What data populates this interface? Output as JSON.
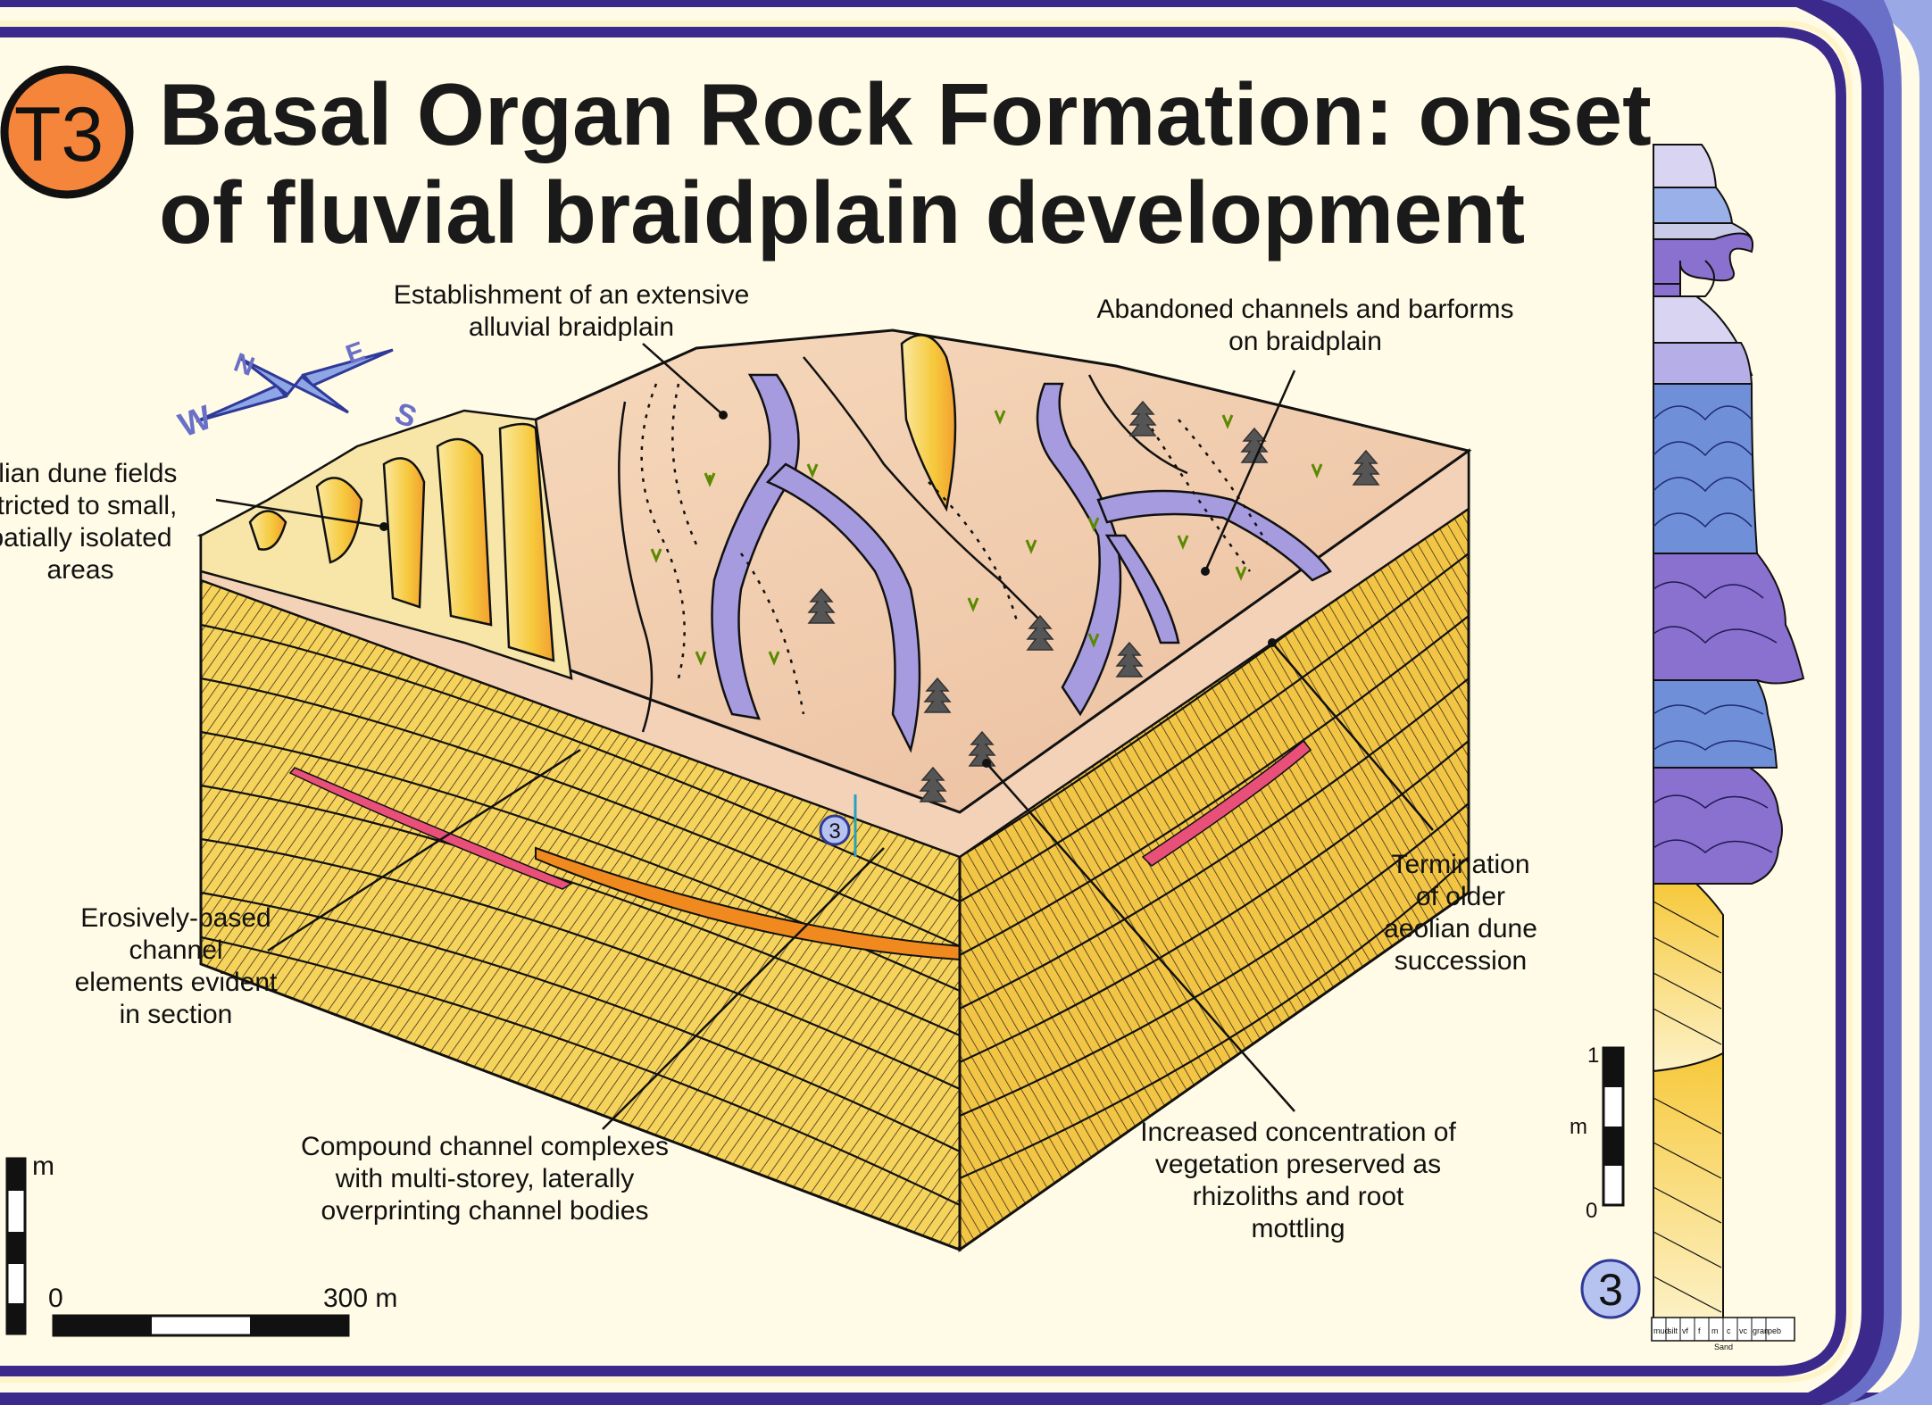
{
  "badge": {
    "text": "T3",
    "color": "#f4853a"
  },
  "title": {
    "line1": "Basal Organ Rock Formation: onset",
    "line2": "of fluvial braidplain development"
  },
  "compass": {
    "n": "N",
    "e": "E",
    "s": "S",
    "w": "W"
  },
  "labels": {
    "braidplain": [
      "Establishment of an extensive",
      "alluvial braidplain"
    ],
    "abandoned": [
      "Abandoned channels and barforms",
      "on braidplain"
    ],
    "aeolian": [
      "olian dune fields",
      "stricted to small,",
      "patially isolated",
      "areas"
    ],
    "erosive": [
      "Erosively-based",
      "channel",
      "elements evident",
      "in section"
    ],
    "termination": [
      "Termination",
      "of older",
      "aeolian dune",
      "succession"
    ],
    "compound": [
      "Compound channel complexes",
      "with multi-storey, laterally",
      "overprinting channel bodies"
    ],
    "vegetation": [
      "Increased concentration of",
      "vegetation preserved as",
      "rhizoliths and root",
      "mottling"
    ]
  },
  "location_marker": "3",
  "horizontal_scale": {
    "start": "0",
    "end": "300 m"
  },
  "left_vertical_scale_unit": "m",
  "log": {
    "scale_top": "1",
    "scale_unit": "m",
    "scale_bottom": "0",
    "number": "3",
    "grain_labels": [
      "mud",
      "silt",
      "vf",
      "f",
      "m",
      "c",
      "vc",
      "gran",
      "peb"
    ],
    "grain_group": "Sand"
  },
  "colors": {
    "frame_outer": "#3b2a8c",
    "frame_mid": "#6a70c8",
    "frame_light": "#9aa8e6",
    "panel": "#fffbe6",
    "sand": "#f6d35a",
    "sand_light": "#fbe9a0",
    "mud": "#f3d2b8",
    "channel": "#a79be0",
    "log_dune_blue": "#6f8fd8",
    "log_purple": "#8a70cf"
  }
}
